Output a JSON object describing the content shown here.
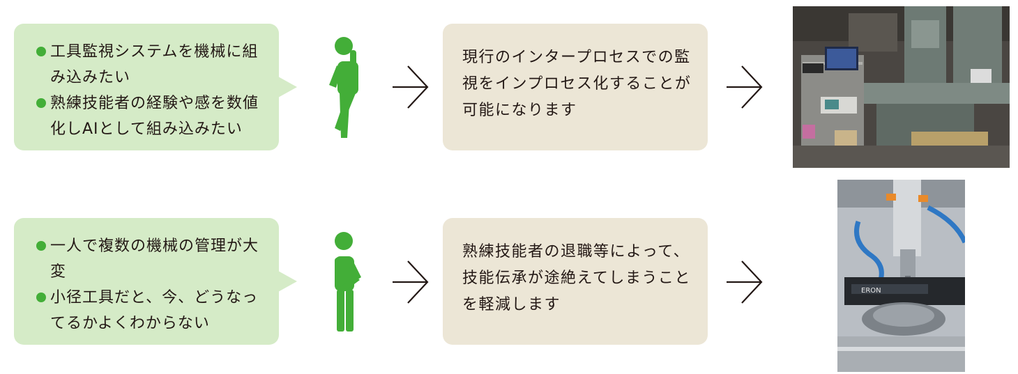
{
  "rows": [
    {
      "issues": [
        "工具監視システムを機械に組み込みたい",
        "熟練技能者の経験や感を数値化しAIとして組み込みたい"
      ],
      "solution": "現行のインタープロセスでの監視をインプロセス化することが可能になります",
      "photo_icon": "milling-machine-monitoring-photo"
    },
    {
      "issues": [
        "一人で複数の機械の管理が大変",
        "小径工具だと、今、どうなってるかよくわからない"
      ],
      "solution": "熟練技能者の退職等によって、技能伝承が途絶えてしまうことを軽減します",
      "photo_icon": "cnc-machining-vise-photo",
      "photo_label": "ERON"
    }
  ],
  "colors": {
    "bubble": "#d5ebc7",
    "bullet": "#43ae38",
    "person": "#43ae38",
    "card": "#ece6d6",
    "text": "#231815"
  },
  "icons": {
    "person": "thinking-person-icon",
    "arrow": "arrow-right-icon"
  }
}
